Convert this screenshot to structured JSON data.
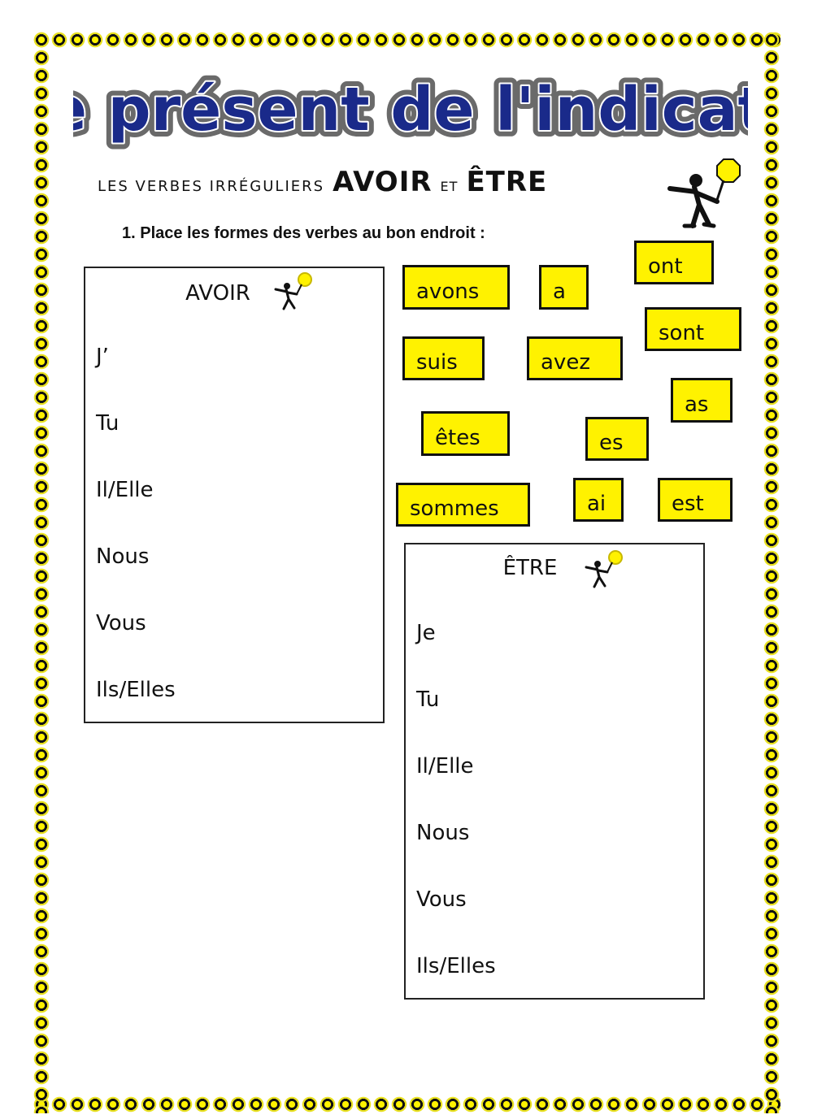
{
  "title": "Le présent de l'indicatif",
  "subtitle": {
    "prefix": "LES VERBES IRRÉGULIERS",
    "verb1": "AVOIR",
    "conj": "ET",
    "verb2": "ÊTRE"
  },
  "instruction": "1.  Place les formes des verbes au bon endroit :",
  "avoir_box": {
    "title": "AVOIR",
    "pronouns": [
      "J’",
      "Tu",
      "Il/Elle",
      "Nous",
      "Vous",
      "Ils/Elles"
    ]
  },
  "etre_box": {
    "title": "ÊTRE",
    "pronouns": [
      "Je",
      "Tu",
      "Il/Elle",
      "Nous",
      "Vous",
      "Ils/Elles"
    ]
  },
  "word_chips": {
    "ont": "ont",
    "avons": "avons",
    "a": "a",
    "sont": "sont",
    "suis": "suis",
    "avez": "avez",
    "as": "as",
    "etes": "êtes",
    "es": "es",
    "sommes": "sommes",
    "ai": "ai",
    "est": "est"
  },
  "colors": {
    "chip_fill": "#fff200",
    "title_fill": "#1a2a8a",
    "border_accent": "#fff200"
  }
}
